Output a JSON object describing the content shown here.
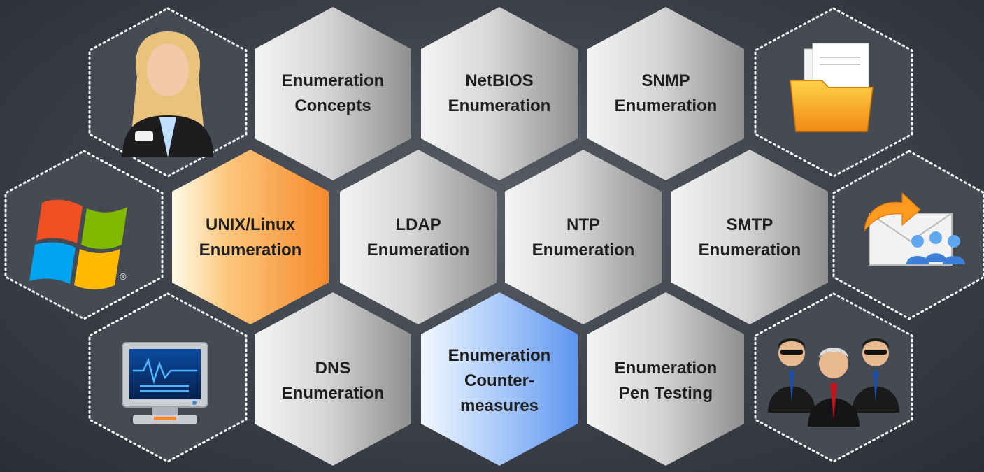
{
  "colors": {
    "background": "#3c4049",
    "gray_tile": "#c9c9c9",
    "orange_tile": "#f7a34a",
    "blue_tile": "#7fb0f5",
    "icon_tile": "#464a53",
    "dotted_border": "#ffffff"
  },
  "topics": {
    "enumeration_concepts": "Enumeration\nConcepts",
    "netbios": "NetBIOS\nEnumeration",
    "snmp": "SNMP\nEnumeration",
    "unix_linux": "UNIX/Linux\nEnumeration",
    "ldap": "LDAP\nEnumeration",
    "ntp": "NTP\nEnumeration",
    "smtp": "SMTP\nEnumeration",
    "dns": "DNS\nEnumeration",
    "countermeasures": "Enumeration\nCounter-\nmeasures",
    "pen_testing": "Enumeration\nPen Testing"
  },
  "icons": {
    "top_left": "businesswoman-icon",
    "mid_left": "windows-logo-icon",
    "bottom_left": "monitor-icon",
    "top_right": "folder-icon",
    "mid_right": "email-group-icon",
    "bottom_right": "agents-icon"
  }
}
